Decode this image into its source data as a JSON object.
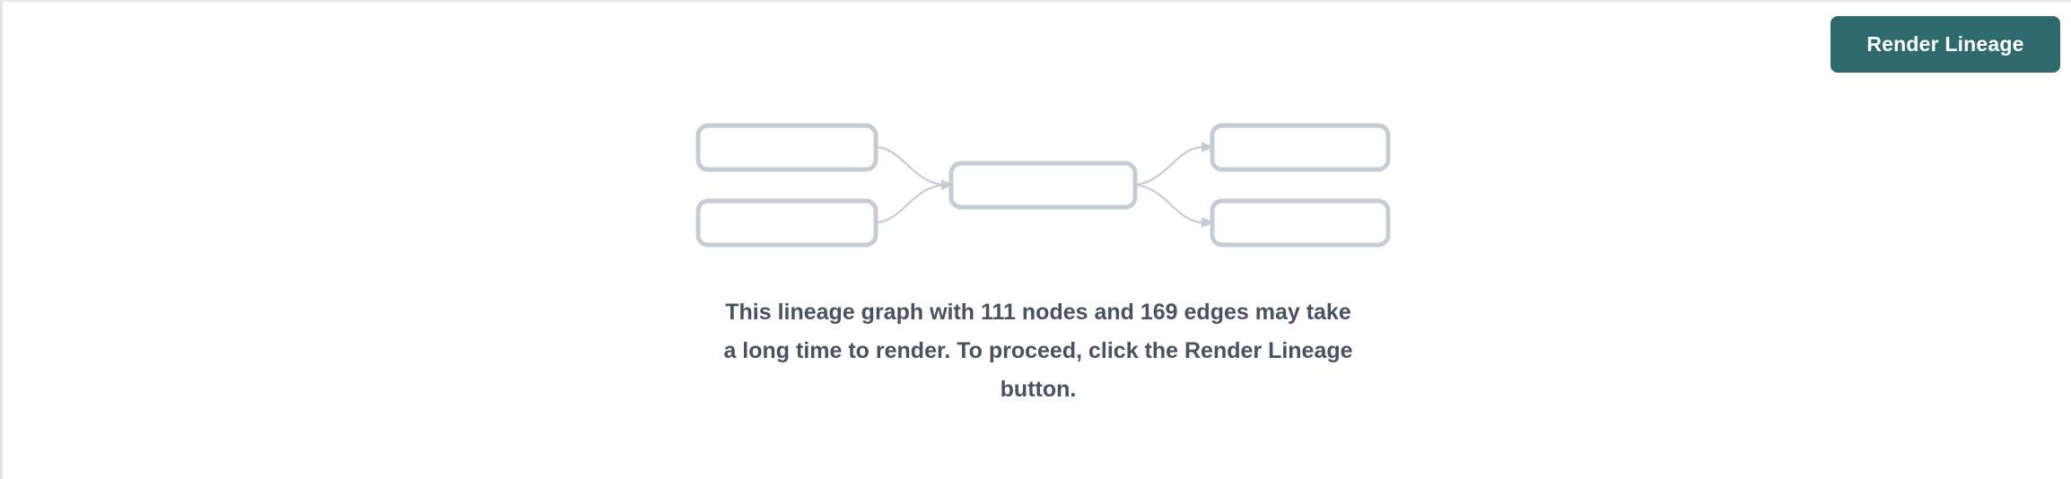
{
  "theme": {
    "accent_color": "#2e6a6d",
    "node_stroke_color": "#c6ccd4",
    "message_text_color": "#4a5160",
    "page_background": "#ffffff",
    "border_color": "#e3e5e9"
  },
  "toolbar": {
    "render_button_label": "Render Lineage"
  },
  "placeholder_graph": {
    "nodes": [
      {
        "id": "left-node-1",
        "label": "",
        "column": "left",
        "row": 1
      },
      {
        "id": "left-node-2",
        "label": "",
        "column": "left",
        "row": 2
      },
      {
        "id": "center-node-1",
        "label": "",
        "column": "center",
        "row": 1
      },
      {
        "id": "right-node-1",
        "label": "",
        "column": "right",
        "row": 1
      },
      {
        "id": "right-node-2",
        "label": "",
        "column": "right",
        "row": 2
      }
    ],
    "edges": [
      {
        "from": "left-node-1",
        "to": "center-node-1"
      },
      {
        "from": "left-node-2",
        "to": "center-node-1"
      },
      {
        "from": "center-node-1",
        "to": "right-node-1"
      },
      {
        "from": "center-node-1",
        "to": "right-node-2"
      }
    ]
  },
  "message": {
    "node_count": 111,
    "edge_count": 169,
    "line_1": "This lineage graph with 111 nodes and 169 edges may take",
    "line_2": "a long time to render. To proceed, click the Render Lineage",
    "line_3": "button.",
    "full_text": "This lineage graph with 111 nodes and 169 edges may take a long time to render. To proceed, click the Render Lineage button."
  }
}
